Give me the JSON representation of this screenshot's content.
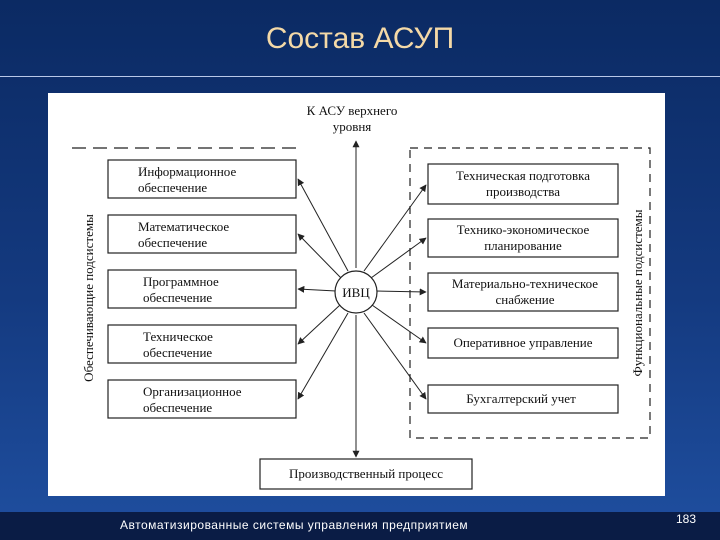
{
  "slide": {
    "title": "Состав АСУП",
    "footer": "Автоматизированные системы управления предприятием",
    "page_number": "183"
  },
  "diagram": {
    "top_label": [
      "К АСУ верхнего",
      "уровня"
    ],
    "center": "ИВЦ",
    "left_group_label": "Обеспечивающие подсистемы",
    "right_group_label": "Функциональные подсистемы",
    "left_boxes": [
      [
        "Информационное",
        "обеспечение"
      ],
      [
        "Математическое",
        "обеспечение"
      ],
      [
        "Программное",
        "обеспечение"
      ],
      [
        "Техническое",
        "обеспечение"
      ],
      [
        "Организационное",
        "обеспечение"
      ]
    ],
    "right_boxes": [
      [
        "Техническая подготовка",
        "производства"
      ],
      [
        "Технико-экономическое",
        "планирование"
      ],
      [
        "Материально-техническое",
        "снабжение"
      ],
      [
        "Оперативное управление"
      ],
      [
        "Бухгалтерский учет"
      ]
    ],
    "bottom_box": "Производственный процесс"
  }
}
